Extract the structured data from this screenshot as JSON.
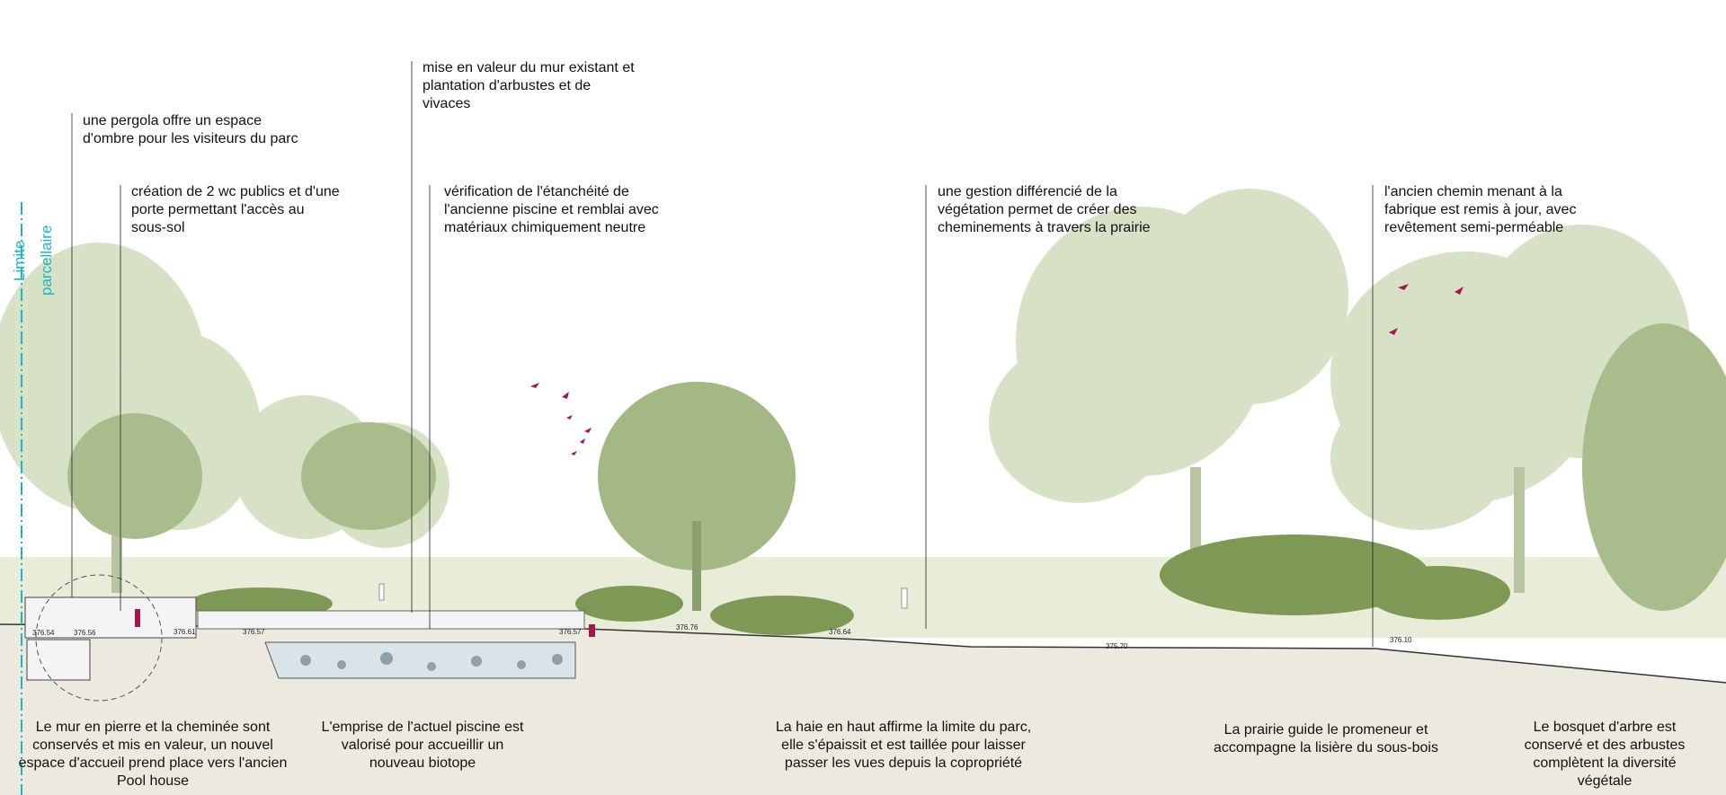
{
  "limit_label": "Limite parcellaire",
  "annotations": [
    {
      "id": "pergola",
      "lines": [
        "une pergola offre un espace",
        "d'ombre pour les visiteurs du parc"
      ]
    },
    {
      "id": "wc",
      "lines": [
        "création de 2 wc publics et d'une",
        "porte permettant l'accès au",
        "sous-sol"
      ]
    },
    {
      "id": "mur",
      "lines": [
        "mise en valeur du mur existant et",
        "plantation d'arbustes et de",
        "vivaces"
      ]
    },
    {
      "id": "piscine",
      "lines": [
        "vérification de l'étanchéité de",
        "l'ancienne piscine et remblai avec",
        "matériaux chimiquement neutre"
      ]
    },
    {
      "id": "gestion",
      "lines": [
        "une gestion différencié de la",
        "végétation permet de créer des",
        "cheminements à travers la prairie"
      ]
    },
    {
      "id": "chemin",
      "lines": [
        "l'ancien chemin menant à la",
        "fabrique est remis à jour, avec",
        "revêtement semi-perméable"
      ]
    }
  ],
  "captions": [
    {
      "id": "pool-house",
      "lines": [
        "Le mur en pierre et la cheminée sont",
        "conservés et mis en valeur, un nouvel",
        "espace d'accueil prend place vers l'ancien",
        "Pool house"
      ]
    },
    {
      "id": "biotope",
      "lines": [
        "L'emprise de l'actuel piscine est",
        "valorisé pour accueillir un",
        "nouveau biotope"
      ]
    },
    {
      "id": "haie",
      "lines": [
        "La haie en haut affirme la limite du parc,",
        "elle s'épaissit et est taillée pour laisser",
        "passer les vues depuis la copropriété"
      ]
    },
    {
      "id": "prairie",
      "lines": [
        "La prairie guide le promeneur et",
        "accompagne la lisière du sous-bois"
      ]
    },
    {
      "id": "bosquet",
      "lines": [
        "Le bosquet d'arbre est",
        "conservé et des arbustes",
        "complètent la diversité",
        "végétale"
      ]
    }
  ],
  "elevations": [
    "376.54",
    "376.56",
    "376.61",
    "376.57",
    "376.57",
    "376.76",
    "376.64",
    "375.70",
    "376.10"
  ],
  "colors": {
    "tree_light": "#c9d6b0",
    "tree_mid": "#a9bd8c",
    "shrub_dark": "#6f8a45",
    "ground": "#ece9de",
    "limit": "#1fb3c4",
    "figure": "#a3164f"
  }
}
